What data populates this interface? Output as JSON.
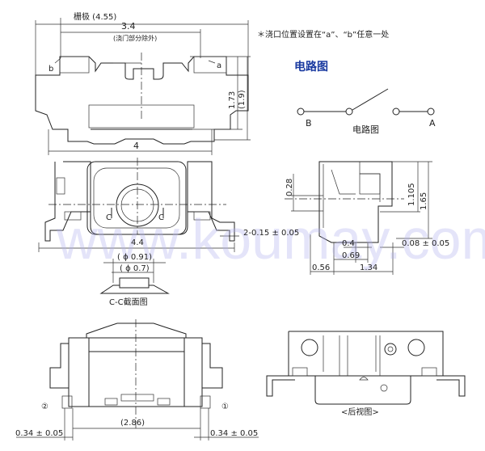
{
  "top_view": {
    "dim_overall_with_gate": "栅极 (4.55)",
    "dim_width": "3.4",
    "dim_width_note": "(浇门部分除外)",
    "gate_a": "a",
    "gate_b": "b",
    "dim_height": "1.73",
    "dim_height_total": "(1.9)",
    "dim_length": "4"
  },
  "gate_note": "＊浇口位置设置在“a”、“b”任意一处",
  "circuit": {
    "title": "电路图",
    "label_b": "B",
    "label_a": "A",
    "caption": "电路图",
    "accent_color": "#1a3aa0"
  },
  "front_view": {
    "section_mark_left": "C",
    "section_mark_right": "C",
    "dim_lead_thickness": "2-0.15 ± 0.05",
    "dim_width": "4.4"
  },
  "section_view": {
    "dim_outer": "( ϕ 0.91)",
    "dim_inner": "( ϕ 0.7)",
    "caption": "C-C截面图"
  },
  "side_view": {
    "dim_028": "0.28",
    "dim_1105": "1.105",
    "dim_165": "1.65",
    "dim_04": "0.4",
    "dim_069": "0.69",
    "dim_008": "0.08 ± 0.05",
    "dim_056": "0.56",
    "dim_134": "1.34"
  },
  "bottom_view": {
    "terminal_2": "②",
    "terminal_1": "①",
    "dim_pitch": "(2.86)",
    "dim_left_lead": "0.34 ± 0.05",
    "dim_right_lead": "0.34 ± 0.05"
  },
  "rear_view": {
    "caption": "<后视图>"
  },
  "watermark": "www.koumay.com"
}
